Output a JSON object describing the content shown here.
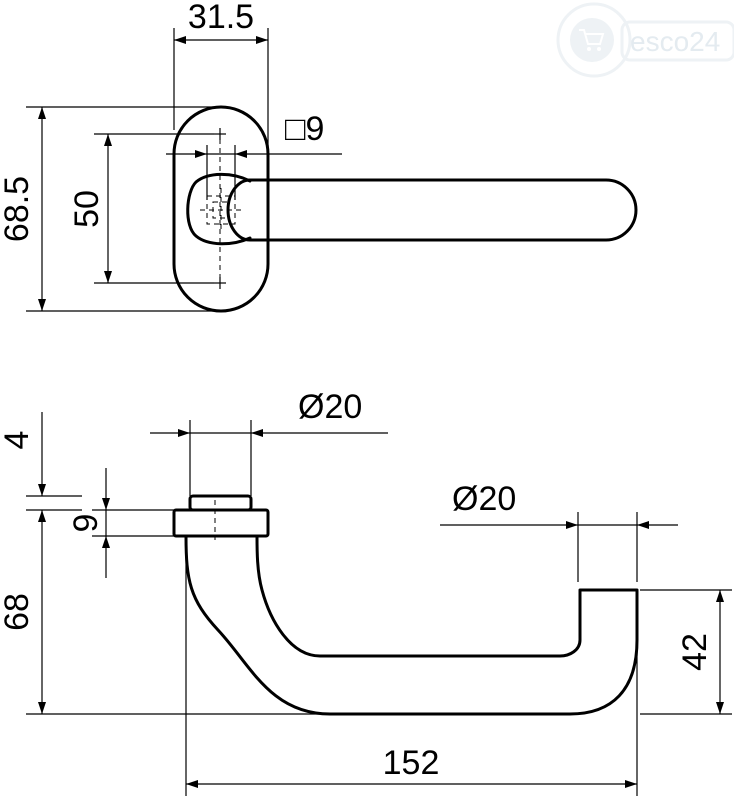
{
  "watermark": {
    "text": "esco24",
    "icon": "shopping-cart-icon",
    "color": "#e4ebf0"
  },
  "top_view": {
    "width_label": "31.5",
    "spindle_label": "□9",
    "height_label": "68.5",
    "hole_spacing_label": "50"
  },
  "side_view": {
    "diameter_top_label": "Ø20",
    "diameter_grip_label": "Ø20",
    "rose_height_label": "4",
    "collar_label": "9",
    "total_height_label": "68",
    "grip_height_label": "42",
    "length_label": "152"
  }
}
